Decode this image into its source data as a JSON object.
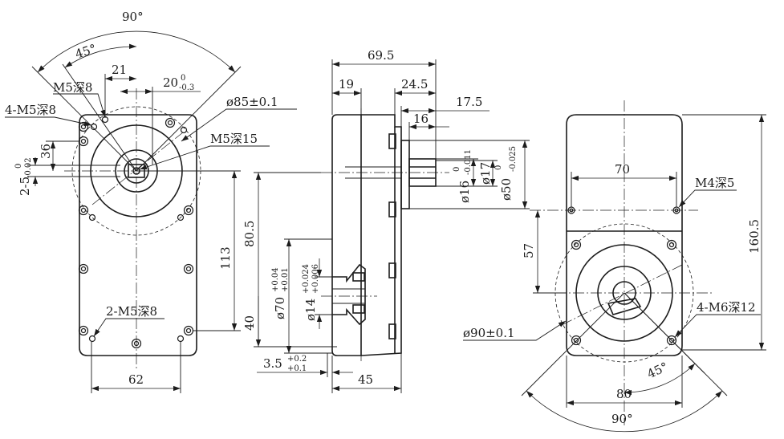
{
  "front_view": {
    "angle_top": "90°",
    "angle_inner": "45°",
    "dim_21": "21",
    "dim_20_main": "20",
    "dim_20_upper": "0",
    "dim_20_lower": "-0.3",
    "label_m5_depth8": "M5深8",
    "label_4m5_depth8": "4-M5深8",
    "dim_36": "36",
    "dim_2_5_main": "2-5",
    "dim_2_5_upper": "0",
    "dim_2_5_lower": "-0.02",
    "dim_85": "ø85±0.1",
    "label_m5_depth15": "M5深15",
    "dim_113": "113",
    "label_2m5_depth8": "2-M5深8",
    "dim_62": "62"
  },
  "side_view": {
    "dim_69_5": "69.5",
    "dim_19": "19",
    "dim_24_5": "24.5",
    "dim_17_5": "17.5",
    "dim_16": "16",
    "dim_16_shaft_main": "ø16",
    "dim_16_shaft_upper": "0",
    "dim_16_shaft_lower": "-0.011",
    "dim_17_shaft": "ø17",
    "dim_50_main": "ø50",
    "dim_50_upper": "0",
    "dim_50_lower": "-0.025",
    "dim_80_5": "80.5",
    "dim_70_main": "ø70",
    "dim_70_upper": "+0.04",
    "dim_70_lower": "+0.01",
    "dim_14_main": "ø14",
    "dim_14_upper": "+0.024",
    "dim_14_lower": "+0.006",
    "dim_40": "40",
    "dim_3_5_main": "3.5",
    "dim_3_5_upper": "+0.2",
    "dim_3_5_lower": "+0.1",
    "dim_45": "45"
  },
  "rear_view": {
    "dim_70": "70",
    "label_m4_depth5": "M4深5",
    "dim_160_5": "160.5",
    "dim_57": "57",
    "label_4m6_depth12": "4-M6深12",
    "dim_90": "ø90±0.1",
    "angle_inner": "45°",
    "dim_80": "80",
    "angle_bottom": "90°"
  }
}
